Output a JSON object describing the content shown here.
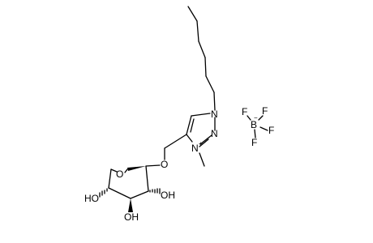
{
  "molecule": {
    "atoms": {
      "n1": "N",
      "n2": "N",
      "n3": "N",
      "o_link": "O",
      "o_ring": "O",
      "oh_2": "OH",
      "oh_3": "OH",
      "ho_4": "HO",
      "b": "B",
      "f1": "F",
      "f2": "F",
      "f3": "F",
      "f4": "F"
    },
    "charges": {
      "n3": "+",
      "b": "−"
    }
  },
  "colors": {
    "ink": "#000000",
    "background": "#ffffff"
  }
}
